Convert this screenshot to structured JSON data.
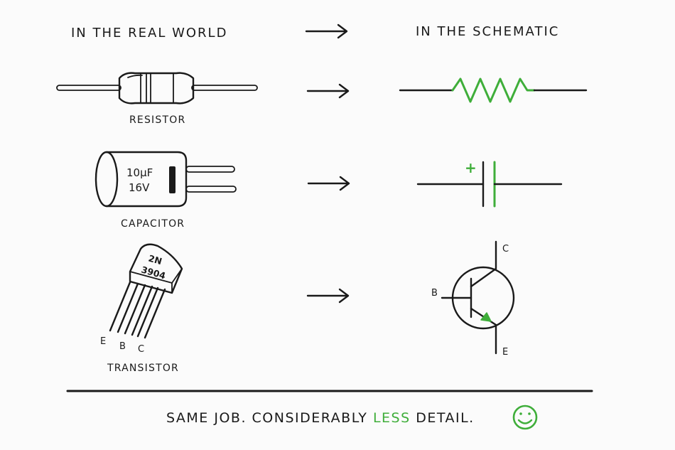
{
  "headers": {
    "real_world": "IN THE REAL WORLD",
    "schematic": "IN THE SCHEMATIC"
  },
  "components": {
    "resistor": {
      "label": "RESISTOR"
    },
    "capacitor": {
      "label": "CAPACITOR",
      "value_line1": "10µF",
      "value_line2": "16V",
      "plus_sign": "+"
    },
    "transistor": {
      "label": "TRANSISTOR",
      "part_line1": "2N",
      "part_line2": "3904",
      "pins": {
        "e": "E",
        "b": "B",
        "c": "C"
      },
      "symbol_pins": {
        "c": "C",
        "b": "B",
        "e": "E"
      }
    }
  },
  "footer": {
    "prefix": "SAME JOB. CONSIDERABLY ",
    "highlight": "LESS",
    "suffix": " DETAIL."
  },
  "colors": {
    "ink": "#1a1a1a",
    "accent": "#3fae3a",
    "background": "#fbfbfb"
  },
  "icons": [
    "arrow-right-icon",
    "smiley-icon"
  ]
}
